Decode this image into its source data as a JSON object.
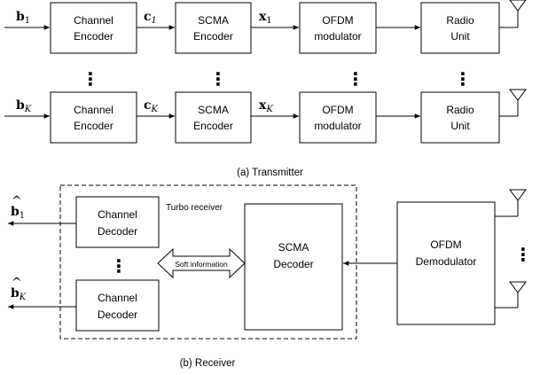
{
  "transmitter": {
    "caption": "(a) Transmitter",
    "blocks": {
      "channel_encoder": [
        "Channel",
        "Encoder"
      ],
      "scma_encoder": [
        "SCMA",
        "Encoder"
      ],
      "ofdm_modulator": [
        "OFDM",
        "modulator"
      ],
      "radio_unit": [
        "Radio",
        "Unit"
      ]
    },
    "signals": {
      "b1": {
        "main": "b",
        "sub": "1"
      },
      "bK": {
        "main": "b",
        "sub": "K"
      },
      "c1": {
        "main": "c",
        "sub": "1"
      },
      "cK": {
        "main": "c",
        "sub": "K"
      },
      "x1": {
        "main": "x",
        "sub": "1"
      },
      "xK": {
        "main": "x",
        "sub": "K"
      }
    },
    "ellipsis": "⋮"
  },
  "receiver": {
    "caption": "(b) Receiver",
    "turbo_label": "Turbo receiver",
    "soft_info": "Soft information",
    "blocks": {
      "channel_decoder": [
        "Channel",
        "Decoder"
      ],
      "scma_decoder": [
        "SCMA",
        "Decoder"
      ],
      "ofdm_demodulator": [
        "OFDM",
        "Demodulator"
      ]
    },
    "outputs": {
      "b1hat": {
        "main": "b",
        "hat": "^",
        "sub": "1"
      },
      "bKhat": {
        "main": "b",
        "hat": "^",
        "sub": "K"
      }
    },
    "ellipsis": "⋮"
  }
}
